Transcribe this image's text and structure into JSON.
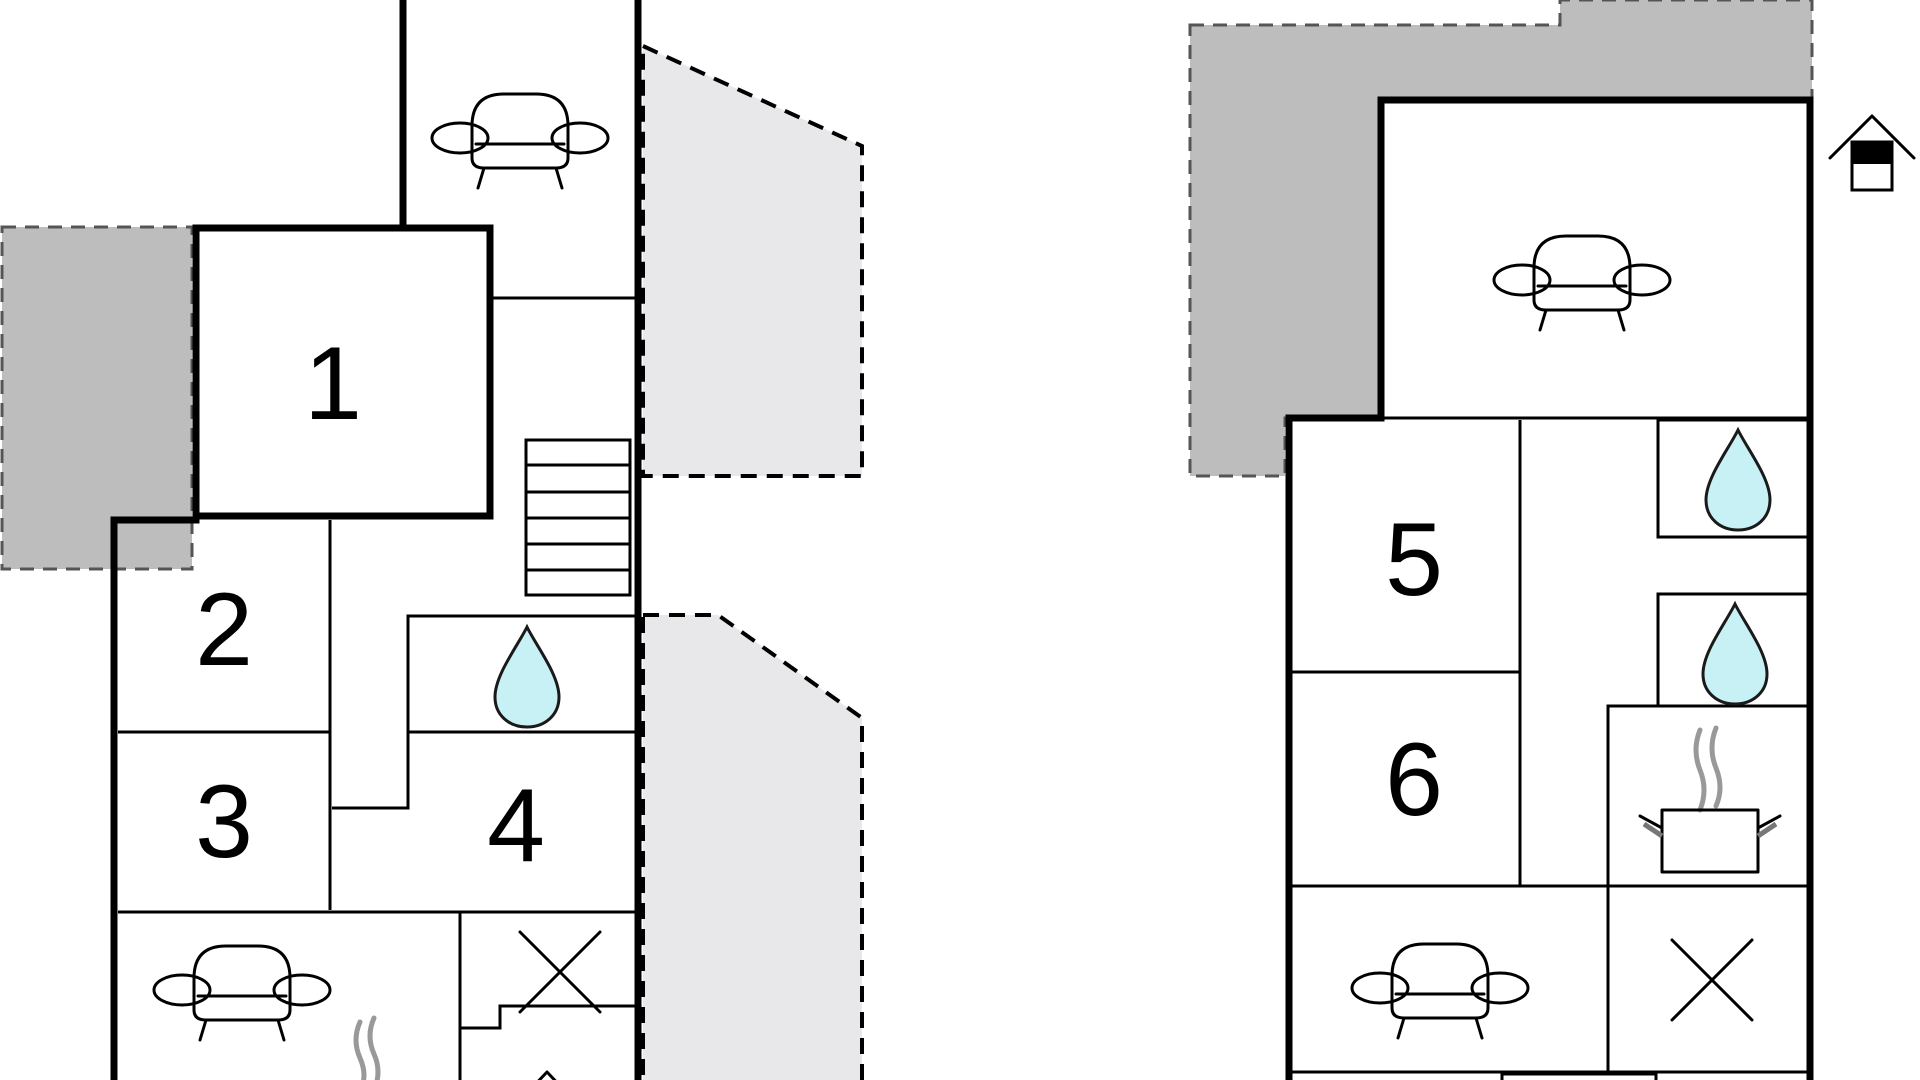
{
  "floor_plan": {
    "rooms": [
      {
        "number": "1"
      },
      {
        "number": "2"
      },
      {
        "number": "3"
      },
      {
        "number": "4"
      },
      {
        "number": "5"
      },
      {
        "number": "6"
      }
    ],
    "icons": {
      "sofa": "sofa-icon",
      "bathroom": "water-drop-icon",
      "kitchen": "cooking-pot-icon",
      "dining": "cross-icon",
      "stairs": "stairs-icon",
      "entrance": "house-entrance-icon"
    },
    "colors": {
      "wall": "#000000",
      "terrace_covered": "#bdbdbd",
      "terrace_open": "#e8e8ea",
      "water": "#c8f1f6",
      "steam": "#999999"
    }
  }
}
